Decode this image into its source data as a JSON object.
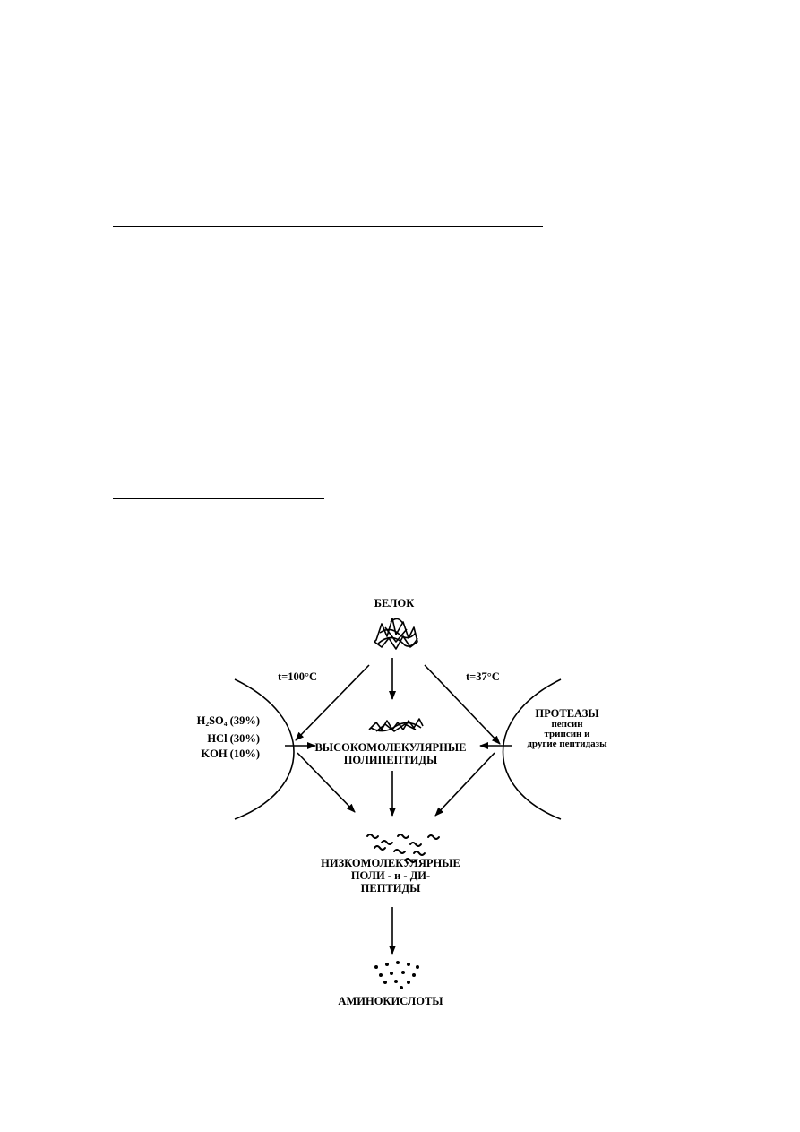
{
  "diagram": {
    "protein": "БЕЛОК",
    "temp_left": "t=100°C",
    "temp_right": "t=37°C",
    "acid_1_formula": "H",
    "acid_1_sub1": "2",
    "acid_1_mid": "SO",
    "acid_1_sub2": "4",
    "acid_1_pct": " (39%)",
    "acid_2": "HCl (30%)",
    "acid_3": "KOH (10%)",
    "proteases_title": "ПРОТЕАЗЫ",
    "proteases_1": "пепсин",
    "proteases_2": "трипсин и",
    "proteases_3": "другие пептидазы",
    "high_1": "ВЫСОКОМОЛЕКУЛЯРНЫЕ",
    "high_2": "ПОЛИПЕПТИДЫ",
    "low_1": "НИЗКОМОЛЕКУЛЯРНЫЕ",
    "low_2": "ПОЛИ - и - ДИ-",
    "low_3": "ПЕПТИДЫ",
    "amino": "АМИНОКИСЛОТЫ"
  }
}
